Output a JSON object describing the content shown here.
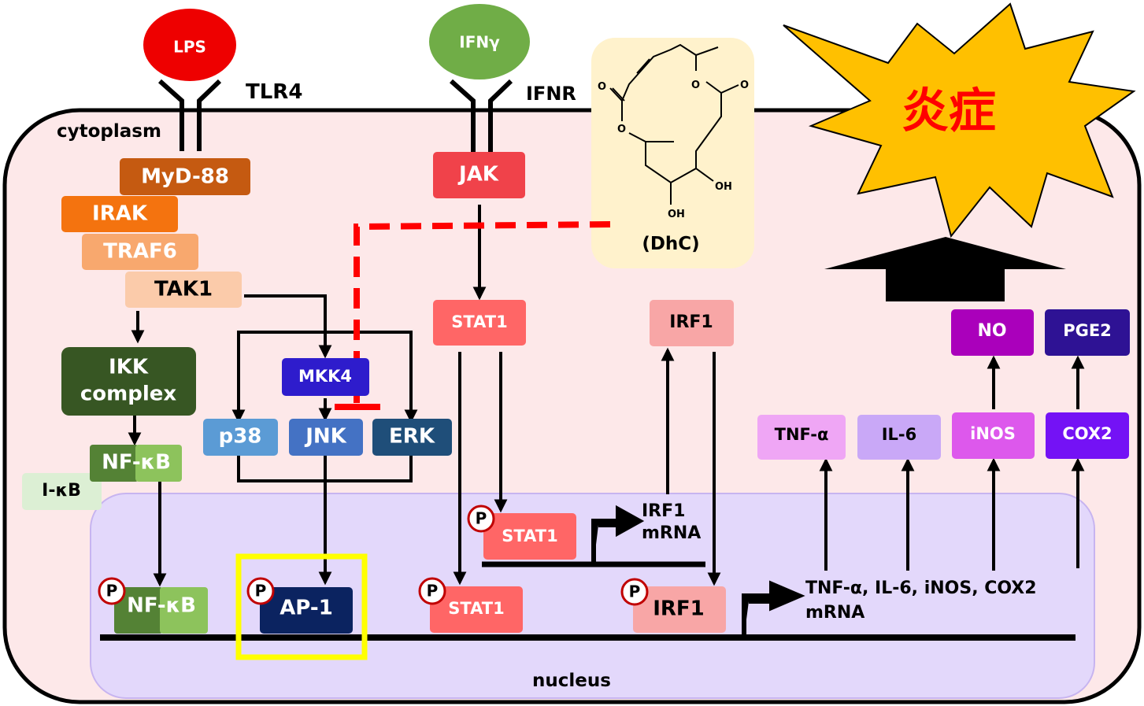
{
  "ligands": {
    "lps": "LPS",
    "ifng": "IFNγ"
  },
  "receptors": {
    "tlr4": "TLR4",
    "ifnr": "IFNR"
  },
  "compartments": {
    "cytoplasm": "cytoplasm",
    "nucleus": "nucleus"
  },
  "tlr_pathway": {
    "myd88": "MyD-88",
    "irak": "IRAK",
    "traf6": "TRAF6",
    "tak1": "TAK1",
    "ikk_line1": "IKK",
    "ikk_line2": "complex",
    "nfkb": "NF-κB",
    "ikb": "I-κB",
    "nfkb_nuclear": "NF-κB"
  },
  "mapk_pathway": {
    "mkk4": "MKK4",
    "p38": "p38",
    "jnk": "JNK",
    "erk": "ERK",
    "ap1": "AP-1"
  },
  "ifn_pathway": {
    "jak": "JAK",
    "stat1": "STAT1",
    "stat1_p_upper": "STAT1",
    "stat1_p_lower": "STAT1",
    "irf1": "IRF1",
    "irf1_nuclear": "IRF1",
    "irf1_mrna_line1": "IRF1",
    "irf1_mrna_line2": "mRNA"
  },
  "phospho_marker": "P",
  "compound": {
    "name": "(DhC)",
    "atom_o": "O",
    "atom_oh": "OH"
  },
  "outputs": {
    "tnfa": "TNF-α",
    "il6": "IL-6",
    "inos": "iNOS",
    "cox2": "COX2",
    "no": "NO",
    "pge2": "PGE2",
    "mrna_line1": "TNF-α, IL-6, iNOS, COX2",
    "mrna_line2": "mRNA"
  },
  "inflammation": "炎症",
  "colors": {
    "cell_fill": "#fde8e9",
    "nucleus_fill": "#e3d8fb",
    "lps": "#ee0000",
    "ifng": "#70ad47",
    "myd88": "#c55a11",
    "irak": "#f4730f",
    "traf6": "#f8a86e",
    "tak1": "#fbcbaa",
    "ikk": "#375623",
    "nfkb_dark": "#548235",
    "nfkb_light": "#8dc35c",
    "ikb": "#dcefd4",
    "mkk4": "#2e1ccc",
    "p38": "#5b9bd5",
    "jnk": "#4472c4",
    "erk": "#1f4e79",
    "ap1": "#0b2360",
    "highlight": "#ffff00",
    "jak": "#f0424a",
    "stat1": "#ff6666",
    "irf1": "#f8a6a6",
    "compound_bg": "#fff2cc",
    "inhibition": "#ff0000",
    "tnfa": "#efa6f5",
    "il6": "#c9a8f7",
    "inos": "#dd58ec",
    "cox2": "#7412f5",
    "no": "#aa00bb",
    "pge2": "#2e1294",
    "burst": "#ffc000",
    "burst_text": "#ff0000"
  }
}
